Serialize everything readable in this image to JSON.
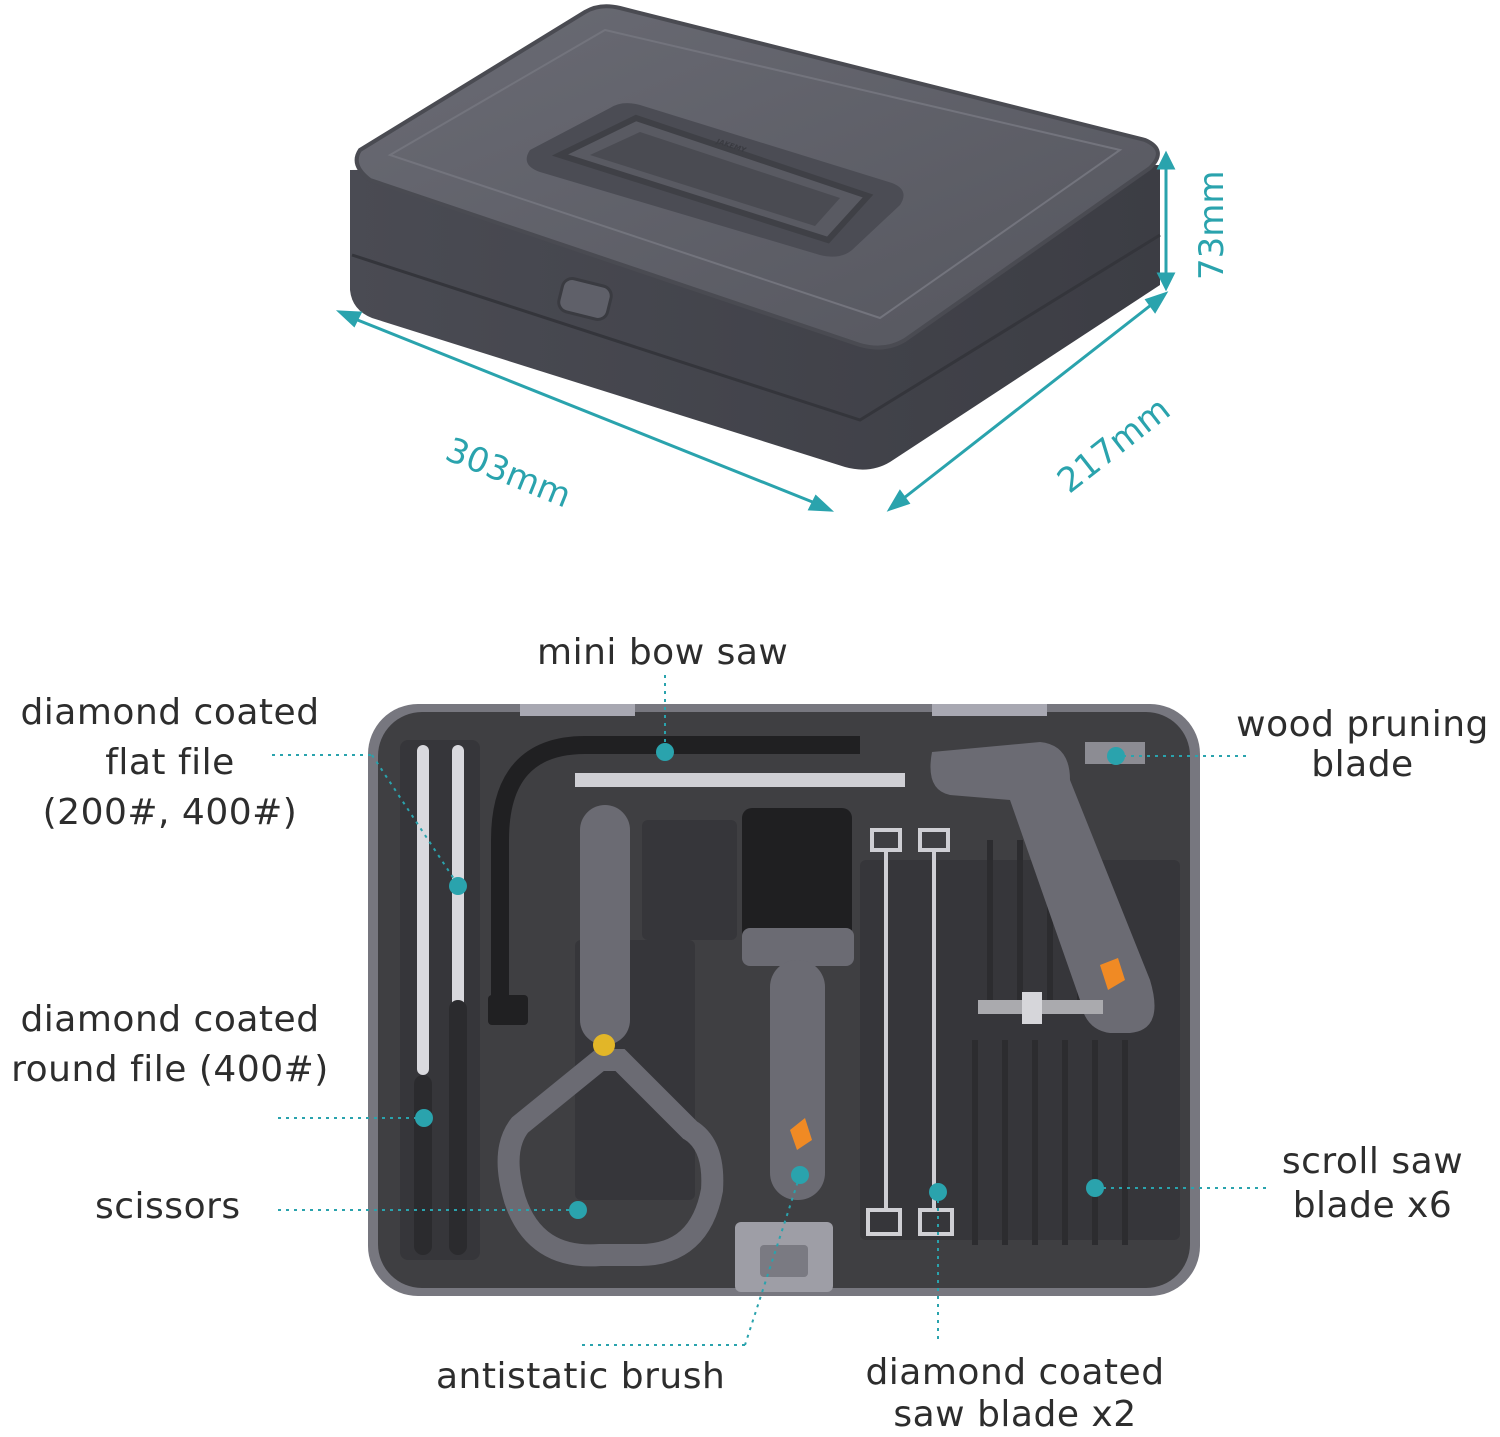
{
  "colors": {
    "accent_teal": "#2aa3ad",
    "box_dark": "#4e4f57",
    "box_mid": "#5c5d66",
    "tray_dark": "#3f3f42",
    "tool_gray": "#6b6b73",
    "brand_orange": "#f08a24",
    "label_text": "#2d2d2d"
  },
  "dimensions": {
    "length": "303mm",
    "width": "217mm",
    "height": "73mm"
  },
  "box": {
    "logo": "JAKEMY"
  },
  "labels": {
    "mini_bow_saw": "mini bow saw",
    "flat_file": [
      "diamond coated",
      "flat file",
      "(200#, 400#)"
    ],
    "round_file": [
      "diamond coated",
      "round file (400#)"
    ],
    "scissors": "scissors",
    "wood_pruning_blade": [
      "wood pruning",
      "blade"
    ],
    "scroll_saw_blade": [
      "scroll saw",
      "blade x6"
    ],
    "antistatic_brush": "antistatic brush",
    "saw_blade": [
      "diamond coated",
      "saw blade x2"
    ]
  },
  "icons": {
    "callout_dot": "teal-dot-icon",
    "dimension_arrow": "double-arrow-icon"
  }
}
